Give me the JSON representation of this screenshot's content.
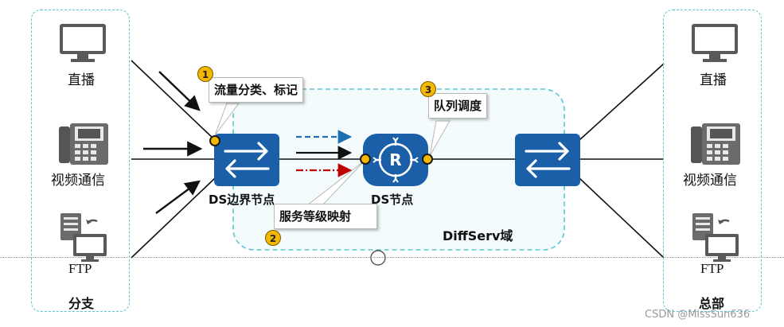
{
  "branch": {
    "live_label": "直播",
    "video_label": "视频通信",
    "ftp_label": "FTP",
    "title": "分支"
  },
  "hq": {
    "live_label": "直播",
    "video_label": "视频通信",
    "ftp_label": "FTP",
    "title": "总部"
  },
  "domain_label": "DiffServ域",
  "edge_node_label": "DS边界节点",
  "core_node_label": "DS节点",
  "callouts": {
    "c1": {
      "num": "1",
      "text": "流量分类、标记"
    },
    "c2": {
      "num": "2",
      "text": "服务等级映射"
    },
    "c3": {
      "num": "3",
      "text": "队列调度"
    }
  },
  "watermark": "CSDN @MissSun636",
  "colors": {
    "switch_blue": "#1a5fa8",
    "dashed_border": "#5ec6d0",
    "domain_fill": "#f3fbfd",
    "badge": "#f5b800",
    "arrow_blue": "#1f6fb5",
    "arrow_red": "#c00000"
  }
}
